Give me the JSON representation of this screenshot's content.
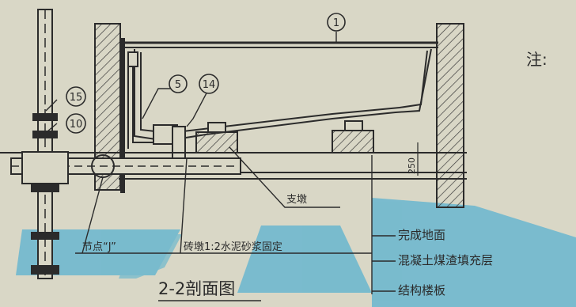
{
  "title": "2-2剖面图",
  "note_label": "注:",
  "bubbles": {
    "b1": "1",
    "b5": "5",
    "b14": "14",
    "b15": "15",
    "b10": "10"
  },
  "dimension": "250",
  "callouts": {
    "pier": "支墩",
    "node_j": "节点“J”",
    "pier_spec": "砖墩1:2水泥砂浆固定"
  },
  "floor_layers": [
    "完成地面",
    "混凝土煤渣填充层",
    "结构楼板"
  ],
  "colors": {
    "background": "#d9d7c6",
    "line": "#2b2b2b",
    "overlay": "#5fb4cf"
  }
}
